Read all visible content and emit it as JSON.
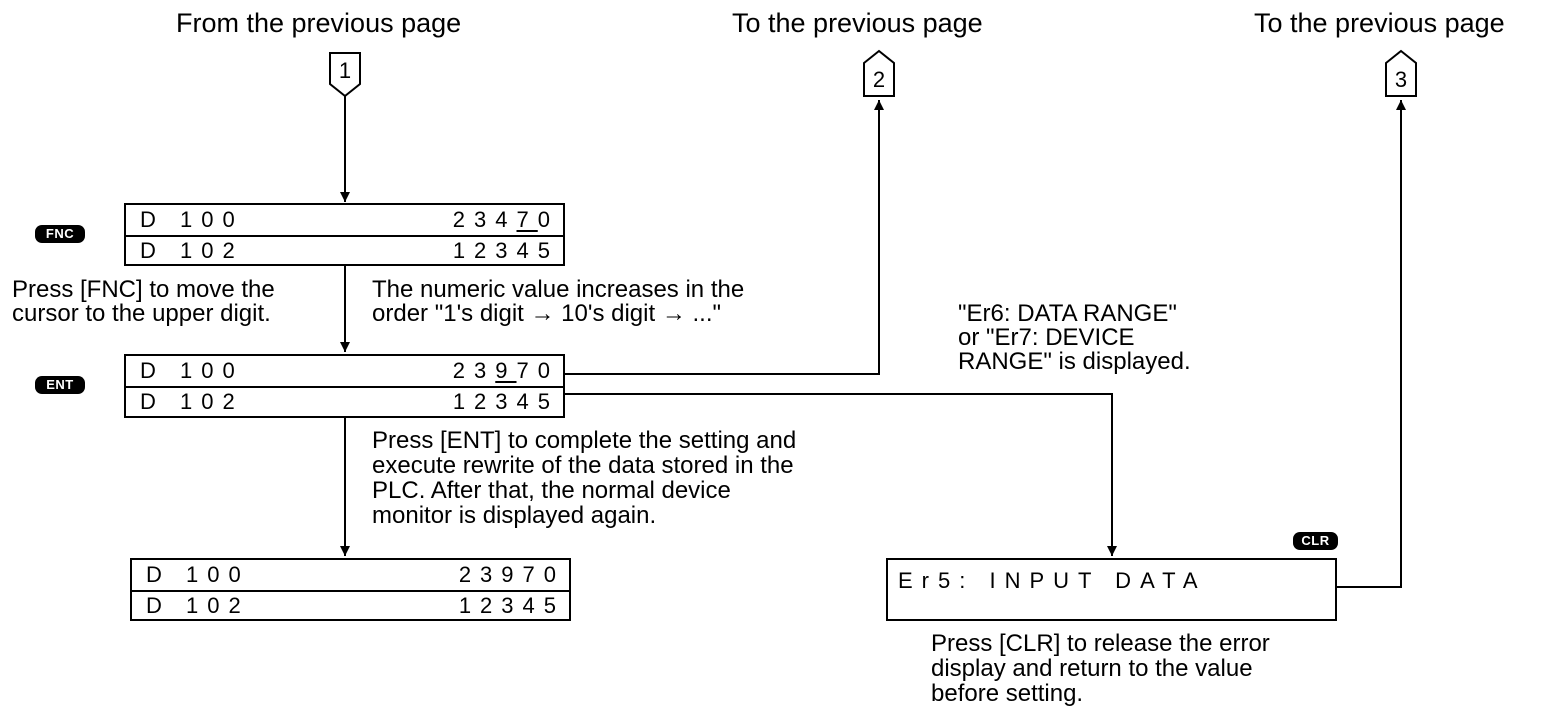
{
  "connectors": {
    "c1": {
      "label": "From the previous page",
      "num": "1"
    },
    "c2": {
      "label": "To the previous page",
      "num": "2"
    },
    "c3": {
      "label": "To the previous page",
      "num": "3"
    }
  },
  "keys": {
    "fnc": "FNC",
    "ent": "ENT",
    "clr": "CLR"
  },
  "display1": {
    "row1_dev": "D 100",
    "row1_pre": "234",
    "row1_cur": "7",
    "row1_post": "0",
    "row2_dev": "D 102",
    "row2_val": "12345"
  },
  "display2": {
    "row1_dev": "D 100",
    "row1_pre": "23",
    "row1_cur": "9",
    "row1_post": "70",
    "row2_dev": "D 102",
    "row2_val": "12345"
  },
  "display3": {
    "row1_dev": "D 100",
    "row1_val": "23970",
    "row2_dev": "D 102",
    "row2_val": "12345"
  },
  "error_display": {
    "text": "Er5: INPUT DATA"
  },
  "notes": {
    "fnc_line1": "Press [FNC] to move the",
    "fnc_line2": "cursor to the upper digit.",
    "increase_line1": "The numeric value increases in the",
    "increase_line2": "order \"1's digit → 10's digit → ...\"",
    "range_line1": "\"Er6: DATA RANGE\"",
    "range_line2": "or \"Er7: DEVICE",
    "range_line3": "RANGE\" is displayed.",
    "ent_line1": "Press [ENT] to complete the setting and",
    "ent_line2": "execute rewrite of the data stored in the",
    "ent_line3": "PLC. After that, the normal device",
    "ent_line4": "monitor is displayed again.",
    "clr_line1": "Press [CLR] to release the error",
    "clr_line2": "display and return to the value",
    "clr_line3": "before setting."
  }
}
